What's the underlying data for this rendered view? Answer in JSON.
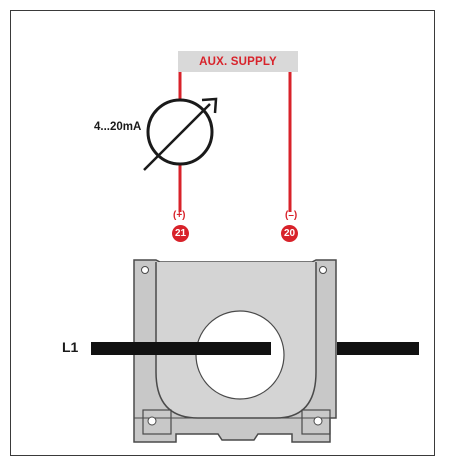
{
  "aux_supply_label": "AUX. SUPPLY",
  "meter_label": "4...20mA",
  "terminal_plus": {
    "polarity": "(+)",
    "number": "21"
  },
  "terminal_minus": {
    "polarity": "(–)",
    "number": "20"
  },
  "line_label": "L1",
  "colors": {
    "wire": "#d8222a",
    "supply_bg": "#d9d9d9",
    "sensor_body": "#c8c8c8",
    "conductor": "#111111"
  }
}
